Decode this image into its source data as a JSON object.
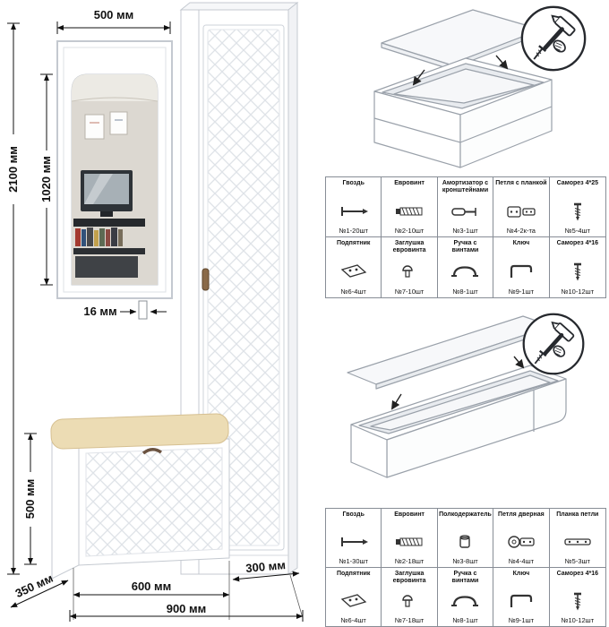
{
  "sheet": {
    "background": "#ffffff",
    "outline_color": "#c4c9d0",
    "dimension_color": "#111111",
    "cushion_color": "#ecdcb4",
    "handle_color": "#8a6a48"
  },
  "dimensions": {
    "mirror_width": "500 мм",
    "total_height": "2100 мм",
    "mirror_height": "1020 мм",
    "mirror_thickness": "16 мм",
    "bench_height": "500 мм",
    "bench_depth": "350 мм",
    "bench_width": "600 мм",
    "cabinet_width": "300 мм",
    "total_width": "900 мм"
  },
  "hardware_tables": [
    {
      "rows": [
        [
          {
            "name": "Гвоздь",
            "qty": "№1-20шт",
            "icon": "nail-icon"
          },
          {
            "name": "Евровинт",
            "qty": "№2-10шт",
            "icon": "euroscrew-icon"
          },
          {
            "name": "Амортизатор с кронштейнами",
            "qty": "№3-1шт",
            "icon": "damper-icon"
          },
          {
            "name": "Петля с планкой",
            "qty": "№4-2к-та",
            "icon": "hinge-with-plate-icon"
          },
          {
            "name": "Саморез 4*25",
            "qty": "№5-4шт",
            "icon": "screw-icon"
          }
        ],
        [
          {
            "name": "Подпятник",
            "qty": "№6-4шт",
            "icon": "foot-pad-icon"
          },
          {
            "name": "Заглушка евровинта",
            "qty": "№7-10шт",
            "icon": "cap-icon"
          },
          {
            "name": "Ручка с винтами",
            "qty": "№8-1шт",
            "icon": "handle-icon"
          },
          {
            "name": "Ключ",
            "qty": "№9-1шт",
            "icon": "key-icon"
          },
          {
            "name": "Саморез 4*16",
            "qty": "№10-12шт",
            "icon": "screw-icon"
          }
        ]
      ]
    },
    {
      "rows": [
        [
          {
            "name": "Гвоздь",
            "qty": "№1-30шт",
            "icon": "nail-icon"
          },
          {
            "name": "Евровинт",
            "qty": "№2-18шт",
            "icon": "euroscrew-icon"
          },
          {
            "name": "Полкодержатель",
            "qty": "№3-8шт",
            "icon": "shelf-support-icon"
          },
          {
            "name": "Петля дверная",
            "qty": "№4-4шт",
            "icon": "door-hinge-icon"
          },
          {
            "name": "Планка петли",
            "qty": "№5-3шт",
            "icon": "hinge-strip-icon"
          }
        ],
        [
          {
            "name": "Подпятник",
            "qty": "№6-4шт",
            "icon": "foot-pad-icon"
          },
          {
            "name": "Заглушка евровинта",
            "qty": "№7-18шт",
            "icon": "cap-icon"
          },
          {
            "name": "Ручка с винтами",
            "qty": "№8-1шт",
            "icon": "handle-icon"
          },
          {
            "name": "Ключ",
            "qty": "№9-1шт",
            "icon": "key-icon"
          },
          {
            "name": "Саморез 4*16",
            "qty": "№10-12шт",
            "icon": "screw-icon"
          }
        ]
      ]
    }
  ]
}
